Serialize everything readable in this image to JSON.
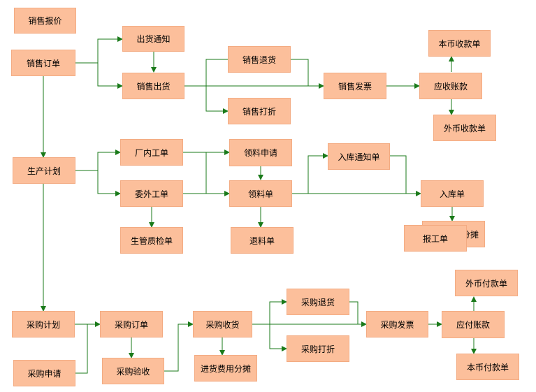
{
  "nodes": {
    "sales_quote": "销售报价",
    "sales_order": "销售订单",
    "ship_notice": "出货通知",
    "sales_ship": "销售出货",
    "sales_return": "销售退货",
    "sales_discount": "销售打折",
    "sales_invoice": "销售发票",
    "ar_account": "应收账款",
    "local_receipt": "本币收款单",
    "foreign_receipt": "外币收款单",
    "prod_plan": "生产计划",
    "factory_order": "厂内工单",
    "outsource_order": "委外工单",
    "quality_check": "生管质检单",
    "material_request": "领料申请",
    "material_issue": "领料单",
    "material_return": "退料单",
    "stock_in_notice": "入库通知单",
    "stock_in": "入库单",
    "work_report": "报工单",
    "cost_alloc_back": "分摊",
    "purchase_plan": "采购计划",
    "purchase_request": "采购申请",
    "purchase_order": "采购订单",
    "purchase_inspect": "采购验收",
    "purchase_receive": "采购收货",
    "purchase_cost_alloc": "进货费用分摊",
    "purchase_return": "采购退货",
    "purchase_discount": "采购打折",
    "purchase_invoice": "采购发票",
    "ap_account": "应付账款",
    "foreign_payment": "外币付款单",
    "local_payment": "本币付款单"
  },
  "colors": {
    "node_fill": "#fcbf9b",
    "line": "#1a7a1a"
  }
}
